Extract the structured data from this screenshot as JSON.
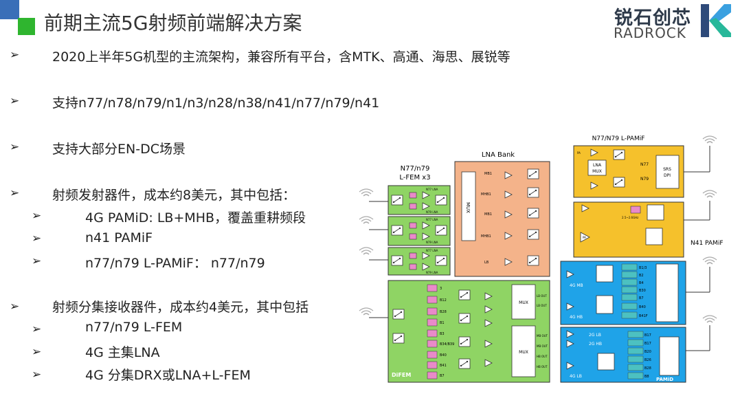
{
  "header": {
    "title": "前期主流5G射频前端解决方案"
  },
  "logo": {
    "cn": "锐石创芯",
    "en": "RADROCK"
  },
  "bullets": [
    {
      "arrow": "➢",
      "text": "2020上半年5G机型的主流架构，兼容所有平台，含MTK、高通、海思、展锐等"
    },
    {
      "arrow": "➢",
      "text": "支持n77/n78/n79/n1/n3/n28/n38/n41/n77/n79/n41"
    },
    {
      "arrow": "➢",
      "text": "支持大部分EN-DC场景"
    },
    {
      "arrow": "➢",
      "text": "射频发射器件，成本约8美元，其中包括："
    },
    {
      "arrow": "➢",
      "text": "4G PAMiD: LB+MHB，覆盖重耕频段"
    },
    {
      "arrow": "➢",
      "text": "n41 PAMiF"
    },
    {
      "arrow": "➢",
      "text": "n77/n79 L-PAMiF： n77/n79"
    },
    {
      "arrow": "➢",
      "text": "射频分集接收器件，成本约4美元，其中包括"
    },
    {
      "arrow": "➢",
      "text": "n77/n79 L-FEM"
    },
    {
      "arrow": "➢",
      "text": "4G 主集LNA"
    },
    {
      "arrow": "➢",
      "text": "4G 分集DRX或LNA+L-FEM"
    }
  ],
  "diagram": {
    "lfem_title_1": "N77/n79",
    "lfem_title_2": "L-FEM x3",
    "lfem_row1_top": "N77 LNA",
    "lfem_row1_bot": "N79 LNA",
    "lfem_row2_top": "N77 LNA",
    "lfem_row2_bot": "N79 LNA",
    "lfem_row3_top": "N77 LNA",
    "lfem_row3_bot": "N79 LNA",
    "lna_bank_title": "LNA Bank",
    "lna_mux": "MUX",
    "lna_bands": [
      "MB1",
      "MHB1",
      "MB1",
      "MHB1",
      "LB"
    ],
    "lpamif_title": "N77/N79 L-PAMiF",
    "lpamif_lna_mux_1": "LNA",
    "lpamif_lna_mux_2": "MUX",
    "lpamif_n77": "N77",
    "lpamif_n79": "N79",
    "lpamif_srs_1": "SRS",
    "lpamif_srs_2": "DPI",
    "lpamif_pa": "PA",
    "n41_label": "N41 PAMiF",
    "n41_pa": "PA",
    "n41_filter": "2.5~2.6GHz",
    "difem_label": "DiFEM",
    "difem_bands": [
      "3",
      "B12",
      "B28",
      "B1",
      "B3",
      "B34/B39",
      "B40",
      "B41",
      "B7"
    ],
    "difem_mux": "MUX",
    "difem_mux_out_top": [
      "LB OUT",
      "LB OUT"
    ],
    "difem_mux_out_bot": [
      "MB OUT",
      "MB OUT",
      "HB OUT",
      "HB OUT"
    ],
    "pamid1_mb": "4G MB",
    "pamid1_hb": "4G HB",
    "pamid1_bands": [
      "B1/3",
      "B2",
      "B4",
      "B30",
      "B7",
      "B40",
      "B41F"
    ],
    "pamid2_2g": "2G LB",
    "pamid2_2ghb": "2G HB",
    "pamid2_lb": "4G LB",
    "pamid2_bands": [
      "B17",
      "B17",
      "B20",
      "B26",
      "B28",
      "B8"
    ],
    "pamid_label": "PAMiD"
  },
  "colors": {
    "green_module": "#8fd464",
    "salmon_module": "#f4b38a",
    "yellow_module": "#f5c12c",
    "blue_module": "#1fa3e8",
    "magenta_filter": "#e98ac9",
    "teal_filter": "#4cc1c1",
    "title_green": "#2fb52f",
    "title_blue": "#3a6fb8"
  }
}
